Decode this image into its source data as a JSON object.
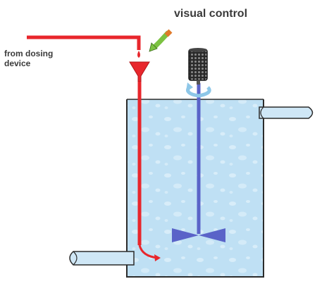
{
  "labels": {
    "visual_control": "visual control",
    "from_dosing_line1": "from dosing",
    "from_dosing_line2": "device"
  },
  "icons": {
    "eye": "pencil-arrow-icon",
    "motor": "motor-icon",
    "rotation": "rotation-arrow-icon"
  },
  "colors": {
    "dosing_line": "#e8262c",
    "liquid": "#bfe0f4",
    "liquid_bubble": "#d6ecf9",
    "tank_wall": "#2b2b2b",
    "stirrer": "#5a63c8",
    "pipe": "#cfe7f6",
    "arrow_green": "#7cc242",
    "rotation_arrow": "#8ec7e8"
  }
}
